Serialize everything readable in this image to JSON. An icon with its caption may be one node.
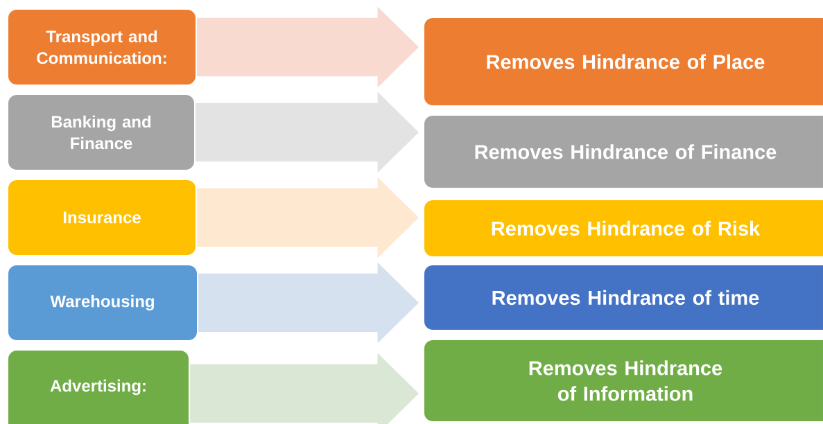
{
  "diagram": {
    "nodes": [
      {
        "text": [
          "Transport and Communication:"
        ]
      },
      {
        "text": [
          "Banking and Finance"
        ]
      },
      {
        "text": [
          "Insurance"
        ]
      },
      {
        "text": [
          "Warehousing"
        ]
      },
      {
        "text": [
          "Advertising:"
        ]
      },
      {
        "text": [
          "Removes Hindrance of Place"
        ]
      },
      {
        "text": [
          "Removes Hindrance of Finance"
        ]
      },
      {
        "text": [
          "Removes Hindrance of Risk"
        ]
      },
      {
        "text": [
          "Removes Hindrance of time"
        ]
      },
      {
        "text": [
          "Removes Hindrance of Information"
        ]
      }
    ],
    "edges": [
      {
        "from": 0,
        "to": 5,
        "arrow": "to",
        "color": "#f8dad0"
      },
      {
        "from": 1,
        "to": 6,
        "arrow": "to",
        "color": "#e3e3e3"
      },
      {
        "from": 2,
        "to": 7,
        "arrow": "to",
        "color": "#ffe8d0"
      },
      {
        "from": 3,
        "to": 8,
        "arrow": "to",
        "color": "#d6e1ef"
      },
      {
        "from": 4,
        "to": 9,
        "arrow": "to",
        "color": "#d9e7d4"
      }
    ]
  }
}
